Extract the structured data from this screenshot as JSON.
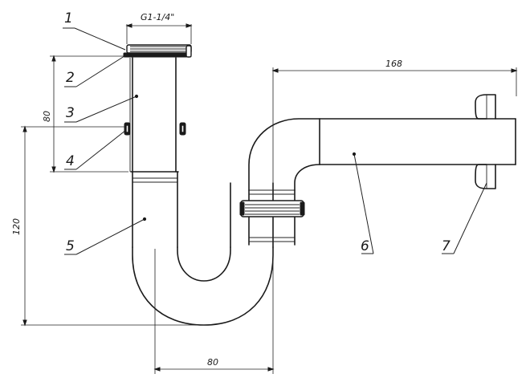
{
  "drawing": {
    "thread_label": "G1-1/4\"",
    "dimensions": {
      "top_width": "168",
      "left_upper": "80",
      "left_total": "120",
      "bottom": "80"
    },
    "part_numbers": [
      "1",
      "2",
      "3",
      "4",
      "5",
      "6",
      "7"
    ]
  }
}
